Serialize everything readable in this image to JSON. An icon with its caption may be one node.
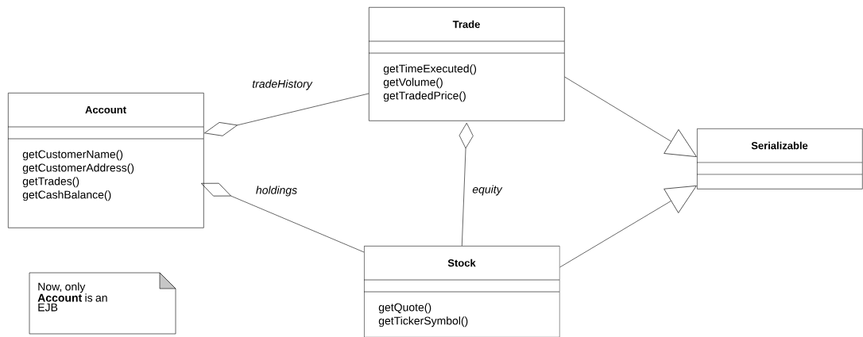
{
  "diagram": {
    "nodes": [
      {
        "text": [
          "Trade",
          "getTimeExecuted()",
          "getVolume()",
          "getTradedPrice()"
        ]
      },
      {
        "text": [
          "Account",
          "getCustomerName()",
          "getCustomerAddress()",
          "getTrades()",
          "getCashBalance()"
        ]
      },
      {
        "text": [
          "Serializable"
        ]
      },
      {
        "text": [
          "Stock",
          "getQuote()",
          "getTickerSymbol()"
        ]
      },
      {
        "text": [
          "Now, only **Account** is an EJB"
        ]
      }
    ],
    "edges": [
      {
        "from": 1,
        "to": 0,
        "arrow": "other",
        "label": "tradeHistory"
      },
      {
        "from": 1,
        "to": 3,
        "arrow": "other",
        "label": "holdings"
      },
      {
        "from": 0,
        "to": 3,
        "arrow": "other",
        "label": "equity"
      },
      {
        "from": 0,
        "to": 2,
        "arrow": "to"
      },
      {
        "from": 3,
        "to": 2,
        "arrow": "to"
      }
    ]
  }
}
